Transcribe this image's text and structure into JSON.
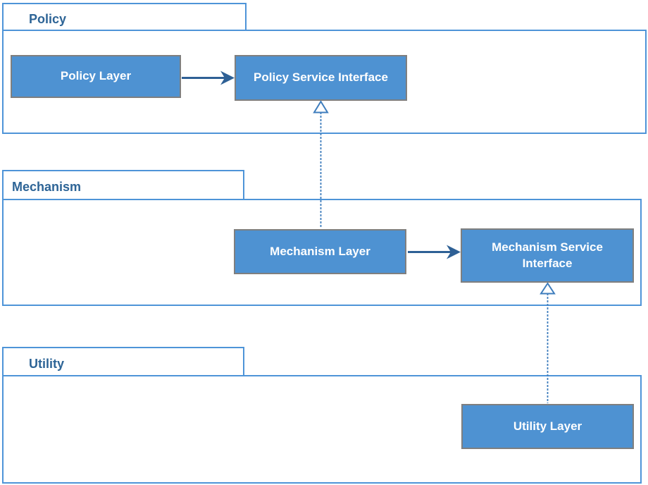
{
  "packages": {
    "policy": {
      "label": "Policy"
    },
    "mechanism": {
      "label": "Mechanism"
    },
    "utility": {
      "label": "Utility"
    }
  },
  "nodes": {
    "policy_layer": {
      "label": "Policy Layer"
    },
    "policy_service_interface": {
      "label": "Policy Service Interface"
    },
    "mechanism_layer": {
      "label": "Mechanism Layer"
    },
    "mechanism_service_interface": {
      "label": "Mechanism Service Interface"
    },
    "utility_layer": {
      "label": "Utility Layer"
    }
  },
  "edges": [
    {
      "from": "Policy Layer",
      "to": "Policy Service Interface",
      "type": "directed-solid-arrow"
    },
    {
      "from": "Mechanism Layer",
      "to": "Mechanism Service Interface",
      "type": "directed-solid-arrow"
    },
    {
      "from": "Mechanism Layer",
      "to": "Policy Service Interface",
      "type": "realization-hollow-triangle-dotted"
    },
    {
      "from": "Utility Layer",
      "to": "Mechanism Service Interface",
      "type": "realization-hollow-triangle-dotted"
    }
  ],
  "colors": {
    "node_fill": "#4e92d2",
    "node_border": "#7f7f7f",
    "node_text": "#ffffff",
    "package_border": "#4e94d8",
    "package_label_text": "#2d6496",
    "solid_edge": "#2e6095",
    "realization_edge": "#3e7dbd",
    "triangle_fill": "#ffffff",
    "background": "#ffffff"
  }
}
